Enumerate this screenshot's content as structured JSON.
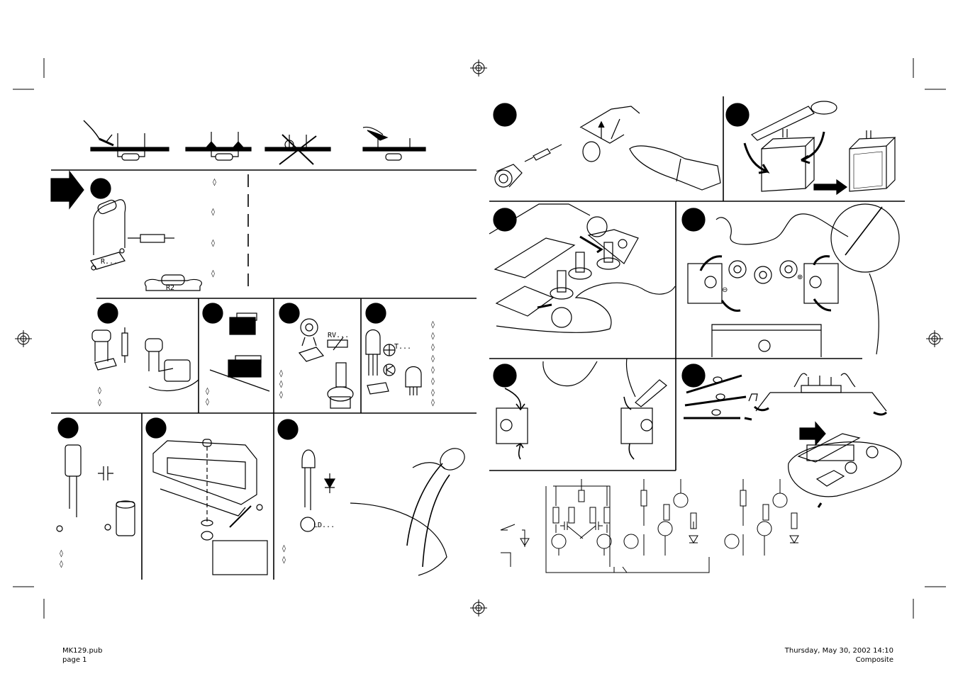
{
  "footer": {
    "file_name": "MK129.pub",
    "page": "page 1",
    "datetime": "Thursday, May 30, 2002 14:10",
    "plate": "Composite"
  },
  "labels": {
    "resistor": "R...",
    "resistor_print": "R2",
    "trimmer": "RV...",
    "led": "LD...",
    "transistor": "T...",
    "plus": "⊕",
    "minus": "⊖"
  },
  "checklist_marker": "◊",
  "colors": {
    "ink": "#000000",
    "paper": "#ffffff"
  }
}
